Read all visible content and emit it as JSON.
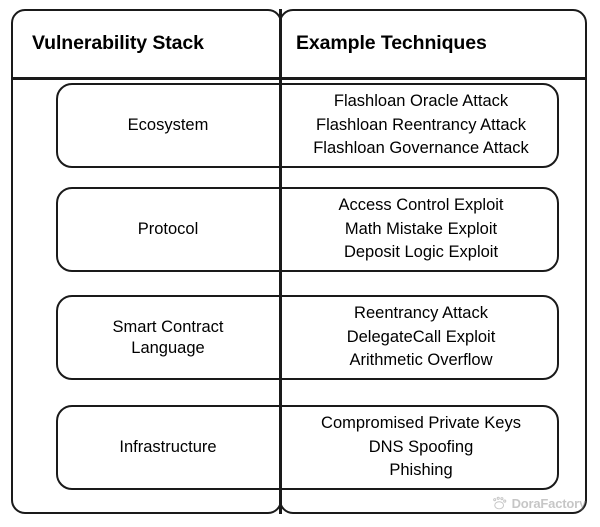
{
  "diagram": {
    "columns": [
      {
        "header": "Vulnerability Stack"
      },
      {
        "header": "Example Techniques"
      }
    ],
    "rows": [
      {
        "layer": "Ecosystem",
        "techniques": [
          "Flashloan Oracle Attack",
          "Flashloan Reentrancy Attack",
          "Flashloan Governance Attack"
        ]
      },
      {
        "layer": "Protocol",
        "techniques": [
          "Access Control Exploit",
          "Math Mistake Exploit",
          "Deposit Logic Exploit"
        ]
      },
      {
        "layer": "Smart Contract\nLanguage",
        "techniques": [
          "Reentrancy Attack",
          "DelegateCall Exploit",
          "Arithmetic Overflow"
        ]
      },
      {
        "layer": "Infrastructure",
        "techniques": [
          "Compromised Private Keys",
          "DNS Spoofing",
          "Phishing"
        ]
      }
    ],
    "watermark": {
      "text": "DoraFactory",
      "icon": "dora-paw-logo-icon"
    },
    "colors": {
      "stroke": "#1a1a1a",
      "background": "#ffffff",
      "text": "#000000",
      "watermark": "#7a7a7a"
    }
  }
}
